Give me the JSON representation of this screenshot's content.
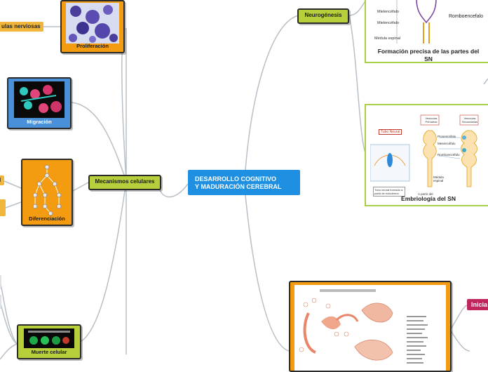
{
  "central": {
    "title_line1": "DESARROLLO COGNITIVO",
    "title_line2": "Y MADURACIÓN CEREBRAL"
  },
  "topics": {
    "neurogenesis": "Neurogénesis",
    "mecanismos": "Mecanismos celulares"
  },
  "cards": {
    "proliferacion": "Proliferación",
    "migracion": "Migración",
    "diferenciacion": "Diferenciación",
    "muerte": "Muerte celular"
  },
  "side_tags": {
    "celulas": "ulas nerviosas",
    "small_l": "l"
  },
  "panels": {
    "formacion_line1": "Formación precisa de las partes del",
    "formacion_line2": "SN",
    "embriologia": "Embriología del SN"
  },
  "panel_labels": {
    "mielencefalo": "Mielencéfalo",
    "mielencefalo2": "Mielencéfalo",
    "medula": "Médula espinal",
    "rombencefalo": "Romboencefalo",
    "tubo_neural": "Tubo Neural",
    "vesiculas_primarias": "Vesículas Primarias",
    "vesiculas_secundarias": "Vesículas Secundarias",
    "prosencefalo": "Prosencéfalo",
    "mesencefalo": "Mesencéfalo",
    "romboencefalo2": "Romboencéfalo",
    "medula2": "Médula espinal",
    "tubo_caption": "Tubo neural formado a partir de ectodermo",
    "fragment": "A partir del"
  },
  "inicia": "Inicia",
  "colors": {
    "central": "#1e8fe1",
    "topic": "#b6cf3a",
    "card_dark": "#0a0a0a",
    "card_orange": "#f39c12",
    "card_blue": "#4a90d9",
    "tag": "#f0b63c",
    "pink": "#c0255d",
    "line": "#b8bfc6",
    "panel_border": "#a9cf48"
  }
}
